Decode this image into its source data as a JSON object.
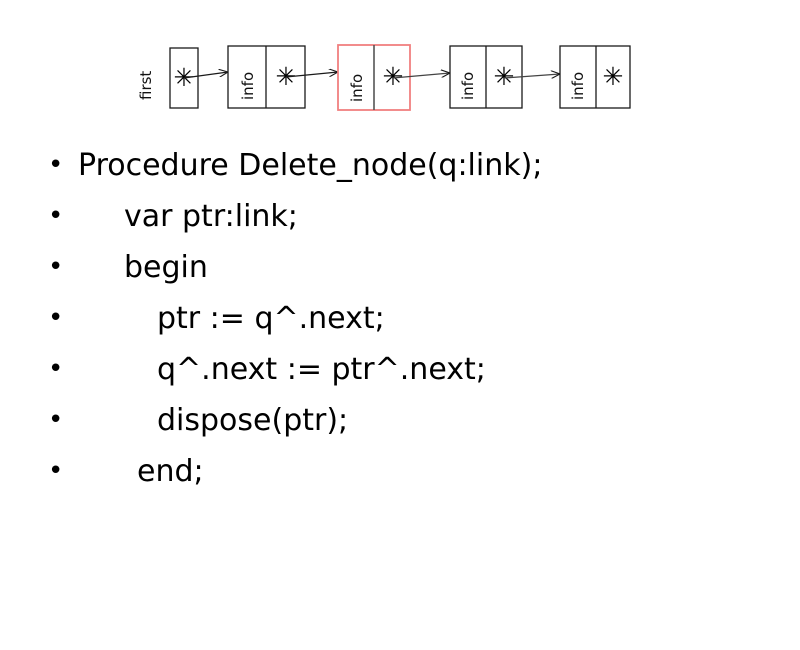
{
  "slide": {
    "background_color": "#ffffff",
    "text_color": "#000000"
  },
  "diagram": {
    "name": "singly-linked-list-delete-illustration",
    "head_label": "first",
    "pointer_glyph": "✳",
    "highlight_color": "#f08080",
    "line_color": "#1a1a1a",
    "box_border_color": "#1a1a1a",
    "nodes": [
      {
        "id": "head",
        "info": "",
        "pointer": "✳",
        "highlighted": false,
        "has_info_cell": false,
        "has_outgoing_arrow": true
      },
      {
        "id": "node1",
        "info": "info",
        "pointer": "✳",
        "highlighted": false,
        "has_info_cell": true,
        "has_outgoing_arrow": true
      },
      {
        "id": "node2",
        "info": "info",
        "pointer": "✳",
        "highlighted": true,
        "has_info_cell": true,
        "has_outgoing_arrow": true
      },
      {
        "id": "node3",
        "info": "info",
        "pointer": "✳",
        "highlighted": false,
        "has_info_cell": true,
        "has_outgoing_arrow": true
      },
      {
        "id": "node4",
        "info": "info",
        "pointer": "✳",
        "highlighted": false,
        "has_info_cell": true,
        "has_outgoing_arrow": false
      }
    ]
  },
  "code": {
    "bullet_glyph": "•",
    "lines": [
      {
        "text": "Procedure Delete_node(q:link);",
        "indent": 0
      },
      {
        "text": "var ptr:link;",
        "indent": 1
      },
      {
        "text": "begin",
        "indent": 1
      },
      {
        "text": "ptr := q^.next;",
        "indent": 2
      },
      {
        "text": "q^.next := ptr^.next;",
        "indent": 2
      },
      {
        "text": "dispose(ptr);",
        "indent": 2
      },
      {
        "text": "end;",
        "indent": 3
      }
    ]
  }
}
